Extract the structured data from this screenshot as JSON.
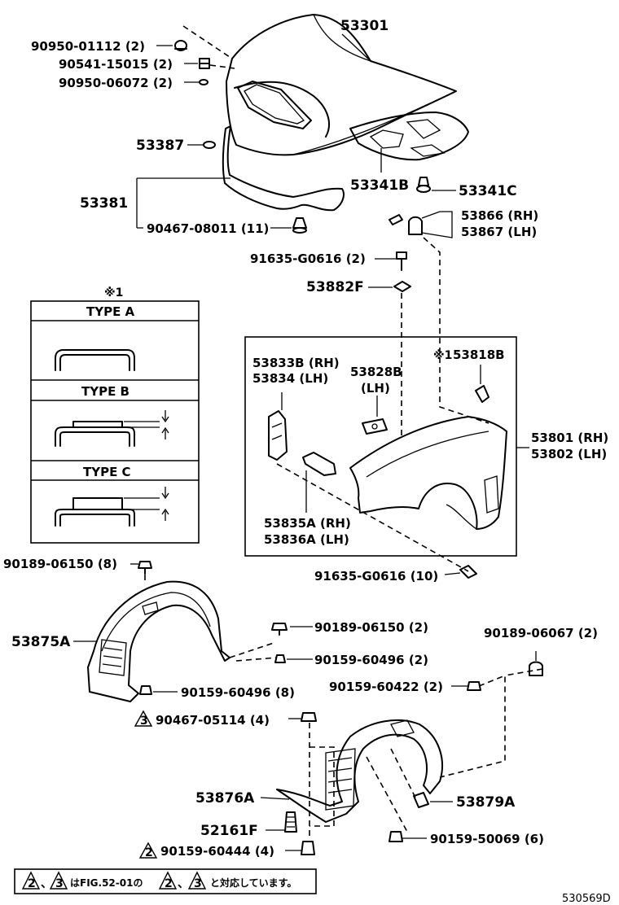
{
  "diagram": {
    "labels": {
      "p53301": "53301",
      "p90950_01112": "90950-01112 (2)",
      "p90541_15015": "90541-15015 (2)",
      "p90950_06072": "90950-06072 (2)",
      "p53387": "53387",
      "p53381": "53381",
      "p90467_08011": "90467-08011 (11)",
      "p53341B": "53341B",
      "p53341C": "53341C",
      "p53866": "53866 (RH)",
      "p53867": "53867 (LH)",
      "p91635_g0616_2": "91635-G0616 (2)",
      "p53882F": "53882F",
      "p53833B": "53833B (RH)",
      "p53834": "53834 (LH)",
      "p53828B": "53828B",
      "p53828B_lh": "(LH)",
      "p53818B_mark": "※1",
      "p53818B": "53818B",
      "p53801": "53801 (RH)",
      "p53802": "53802 (LH)",
      "p53835A": "53835A (RH)",
      "p53836A": "53836A (LH)",
      "p91635_g0616_10": "91635-G0616 (10)",
      "p90189_06150_8": "90189-06150 (8)",
      "p53875A": "53875A",
      "p90189_06150_2": "90189-06150 (2)",
      "p90159_60496_2": "90159-60496 (2)",
      "p90159_60496_8": "90159-60496 (8)",
      "p90467_05114": "90467-05114 (4)",
      "p90467_05114_tri": "3",
      "p90189_06067": "90189-06067 (2)",
      "p90159_60422": "90159-60422 (2)",
      "p53876A": "53876A",
      "p53879A": "53879A",
      "p52161F": "52161F",
      "p90159_60444": "90159-60444 (4)",
      "p90159_60444_tri": "2",
      "p90159_50069": "90159-50069 (6)"
    },
    "types": {
      "mark": "※1",
      "type_a": "TYPE  A",
      "type_b": "TYPE  B",
      "type_c": "TYPE  C"
    },
    "note": {
      "tri2": "2",
      "sep": "、",
      "tri3": "3",
      "text1": "はFIG.52-01の",
      "text2": "と対応しています。"
    },
    "figure_id": "530569D"
  }
}
